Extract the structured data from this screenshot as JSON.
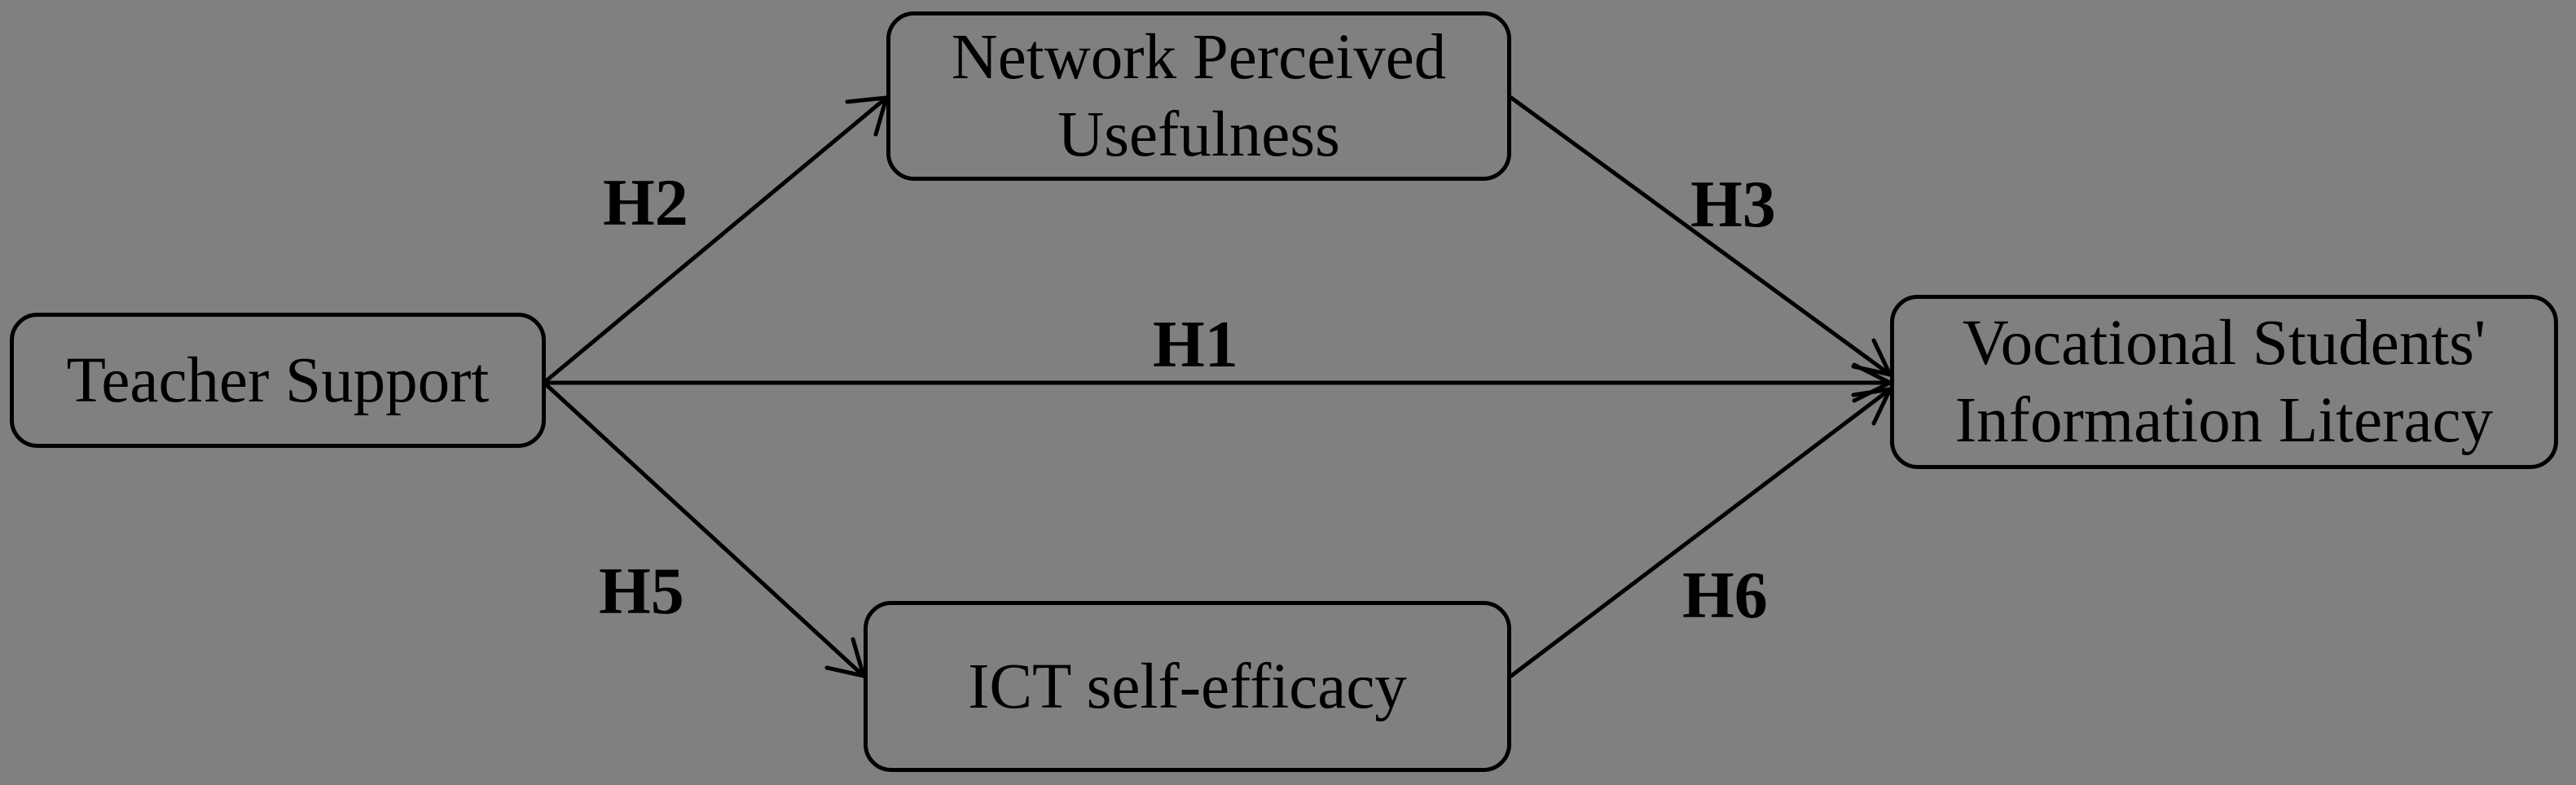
{
  "nodes": {
    "teacher_support": {
      "lines": [
        "Teacher Support"
      ]
    },
    "network_perceived_usefulness": {
      "lines": [
        "Network Perceived",
        "Usefulness"
      ]
    },
    "ict_self_efficacy": {
      "lines": [
        "ICT self-efficacy"
      ]
    },
    "information_literacy": {
      "lines": [
        "Vocational Students'",
        "Information Literacy"
      ]
    }
  },
  "paths": {
    "h1": "H1",
    "h2": "H2",
    "h3": "H3",
    "h5": "H5",
    "h6": "H6"
  },
  "colors": {
    "background": "#808080",
    "stroke": "#000000",
    "text": "#000000"
  }
}
